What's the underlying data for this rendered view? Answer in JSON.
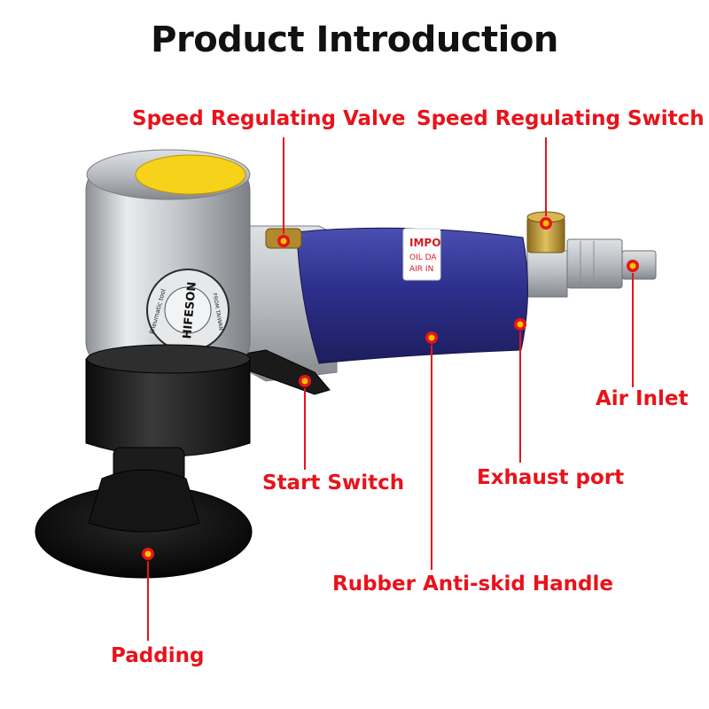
{
  "title": "Product Introduction",
  "colors": {
    "label": "#e8131b",
    "line": "#e8131b",
    "dot_fill": "#f6c400",
    "title": "#111111"
  },
  "tool": {
    "brand_text": "HIFESON",
    "ring_text": "Pneumatic tool",
    "ring_text_right": "FROM TAIWAN",
    "handle_sticker": [
      "IMPO",
      "OIL DA",
      "AIR IN"
    ]
  },
  "callouts": [
    {
      "id": "speed-regulating-valve",
      "label": "Speed Regulating Valve"
    },
    {
      "id": "speed-regulating-switch",
      "label": "Speed Regulating Switch"
    },
    {
      "id": "air-inlet",
      "label": "Air Inlet"
    },
    {
      "id": "start-switch",
      "label": "Start Switch"
    },
    {
      "id": "exhaust-port",
      "label": "Exhaust port"
    },
    {
      "id": "rubber-handle",
      "label": "Rubber Anti-skid Handle"
    },
    {
      "id": "padding",
      "label": "Padding"
    }
  ]
}
